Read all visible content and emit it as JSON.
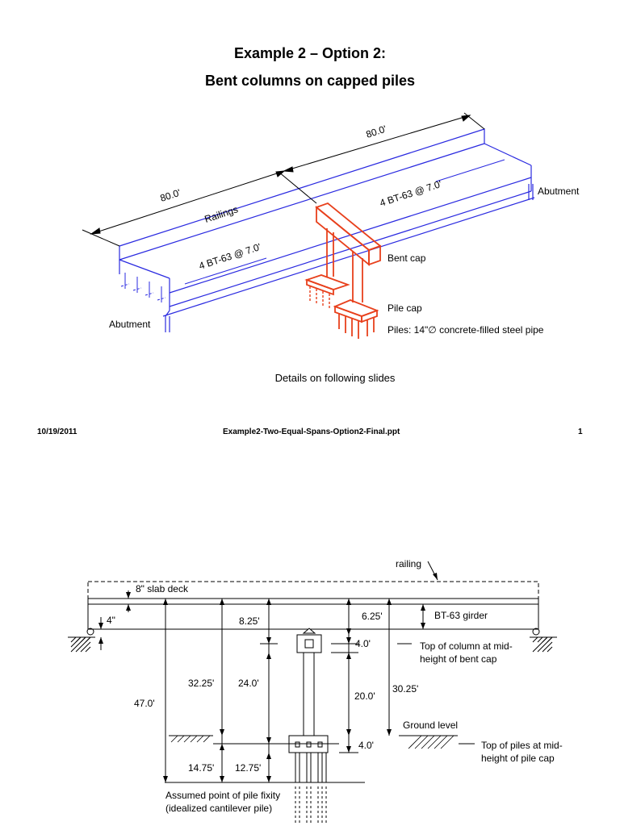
{
  "slide1": {
    "title_line1": "Example 2 – Option 2:",
    "title_line2": "Bent columns on capped piles",
    "labels": {
      "span_right": "80.0'",
      "span_left": "80.0'",
      "railings": "Railings",
      "girders_right": "4 BT-63 @ 7.0'",
      "girders_left": "4 BT-63 @ 7.0'",
      "abutment_right": "Abutment",
      "abutment_left": "Abutment",
      "bent_cap": "Bent cap",
      "pile_cap": "Pile cap",
      "piles": "Piles:  14\"∅  concrete-filled steel pipe"
    },
    "caption": "Details on following slides",
    "footer": {
      "date": "10/19/2011",
      "file": "Example2-Two-Equal-Spans-Option2-Final.ppt",
      "page": "1"
    },
    "colors": {
      "deck": "#2a2ae0",
      "bent": "#e8401c"
    }
  },
  "slide2": {
    "labels": {
      "railing": "railing",
      "slab_deck": "8\" slab deck",
      "bearing": "4\"",
      "girder": "BT-63 girder",
      "dim_8_25": "8.25'",
      "dim_6_25": "6.25'",
      "dim_4_0_top": "4.0'",
      "top_column_1": "Top of column at mid-",
      "top_column_2": "height of bent cap",
      "dim_32_25": "32.25'",
      "dim_24_0": "24.0'",
      "dim_20_0": "20.0'",
      "dim_30_25": "30.25'",
      "dim_47_0": "47.0'",
      "ground_level": "Ground level",
      "dim_4_0_bottom": "4.0'",
      "top_piles_1": "Top of piles at mid-",
      "top_piles_2": "height of pile cap",
      "dim_14_75": "14.75'",
      "dim_12_75": "12.75'",
      "fixity_1": "Assumed point of pile fixity",
      "fixity_2": "(idealized cantilever pile)"
    }
  }
}
